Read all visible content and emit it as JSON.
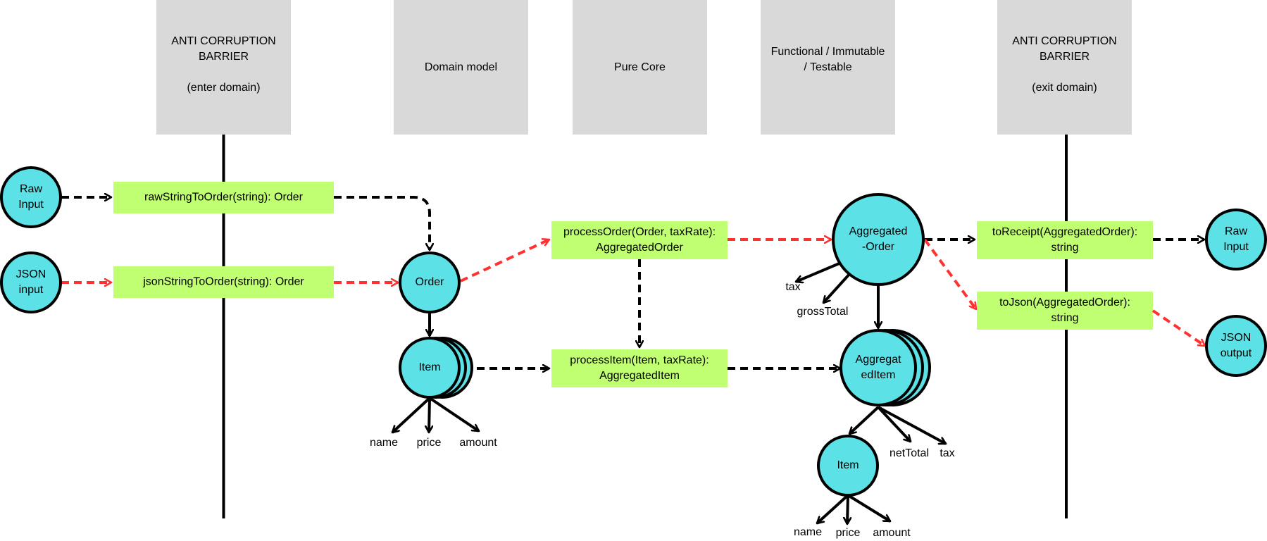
{
  "colors": {
    "header_fill": "#d9d9d9",
    "node_fill": "#5ce1e6",
    "node_stroke": "#000000",
    "function_fill": "#c1ff72",
    "flow_black": "#000000",
    "flow_red": "#ff3131"
  },
  "headers": {
    "acb_enter": [
      "ANTI CORRUPTION",
      "BARRIER",
      "",
      "(enter domain)"
    ],
    "domain_model": [
      "Domain model"
    ],
    "pure_core": [
      "Pure Core"
    ],
    "functional": [
      "Functional / Immutable",
      "/ Testable"
    ],
    "acb_exit": [
      "ANTI CORRUPTION",
      "BARRIER",
      "",
      "(exit domain)"
    ]
  },
  "nodes": {
    "raw_input_left": [
      "Raw",
      "Input"
    ],
    "json_input": [
      "JSON",
      "input"
    ],
    "order": [
      "Order"
    ],
    "item": [
      "Item"
    ],
    "aggregated_order": [
      "Aggregated",
      "-Order"
    ],
    "aggregated_item": [
      "Aggregat",
      "edItem"
    ],
    "agg_item": [
      "Item"
    ],
    "raw_input_right": [
      "Raw",
      "Input"
    ],
    "json_output": [
      "JSON",
      "output"
    ]
  },
  "functions": {
    "raw_string_to_order": [
      "rawStringToOrder(string): Order"
    ],
    "json_string_to_order": [
      "jsonStringToOrder(string): Order"
    ],
    "process_order": [
      "processOrder(Order, taxRate):",
      "AggregatedOrder"
    ],
    "process_item": [
      "processItem(Item, taxRate):",
      "AggregatedItem"
    ],
    "to_receipt": [
      "toReceipt(AggregatedOrder):",
      "string"
    ],
    "to_json": [
      "toJson(AggregatedOrder):",
      "string"
    ]
  },
  "fields": {
    "item_name": "name",
    "item_price": "price",
    "item_amount": "amount",
    "order_tax": "tax",
    "order_gross_total": "grossTotal",
    "agg_item_net_total": "netTotal",
    "agg_item_tax": "tax",
    "agg_inner_name": "name",
    "agg_inner_price": "price",
    "agg_inner_amount": "amount"
  }
}
